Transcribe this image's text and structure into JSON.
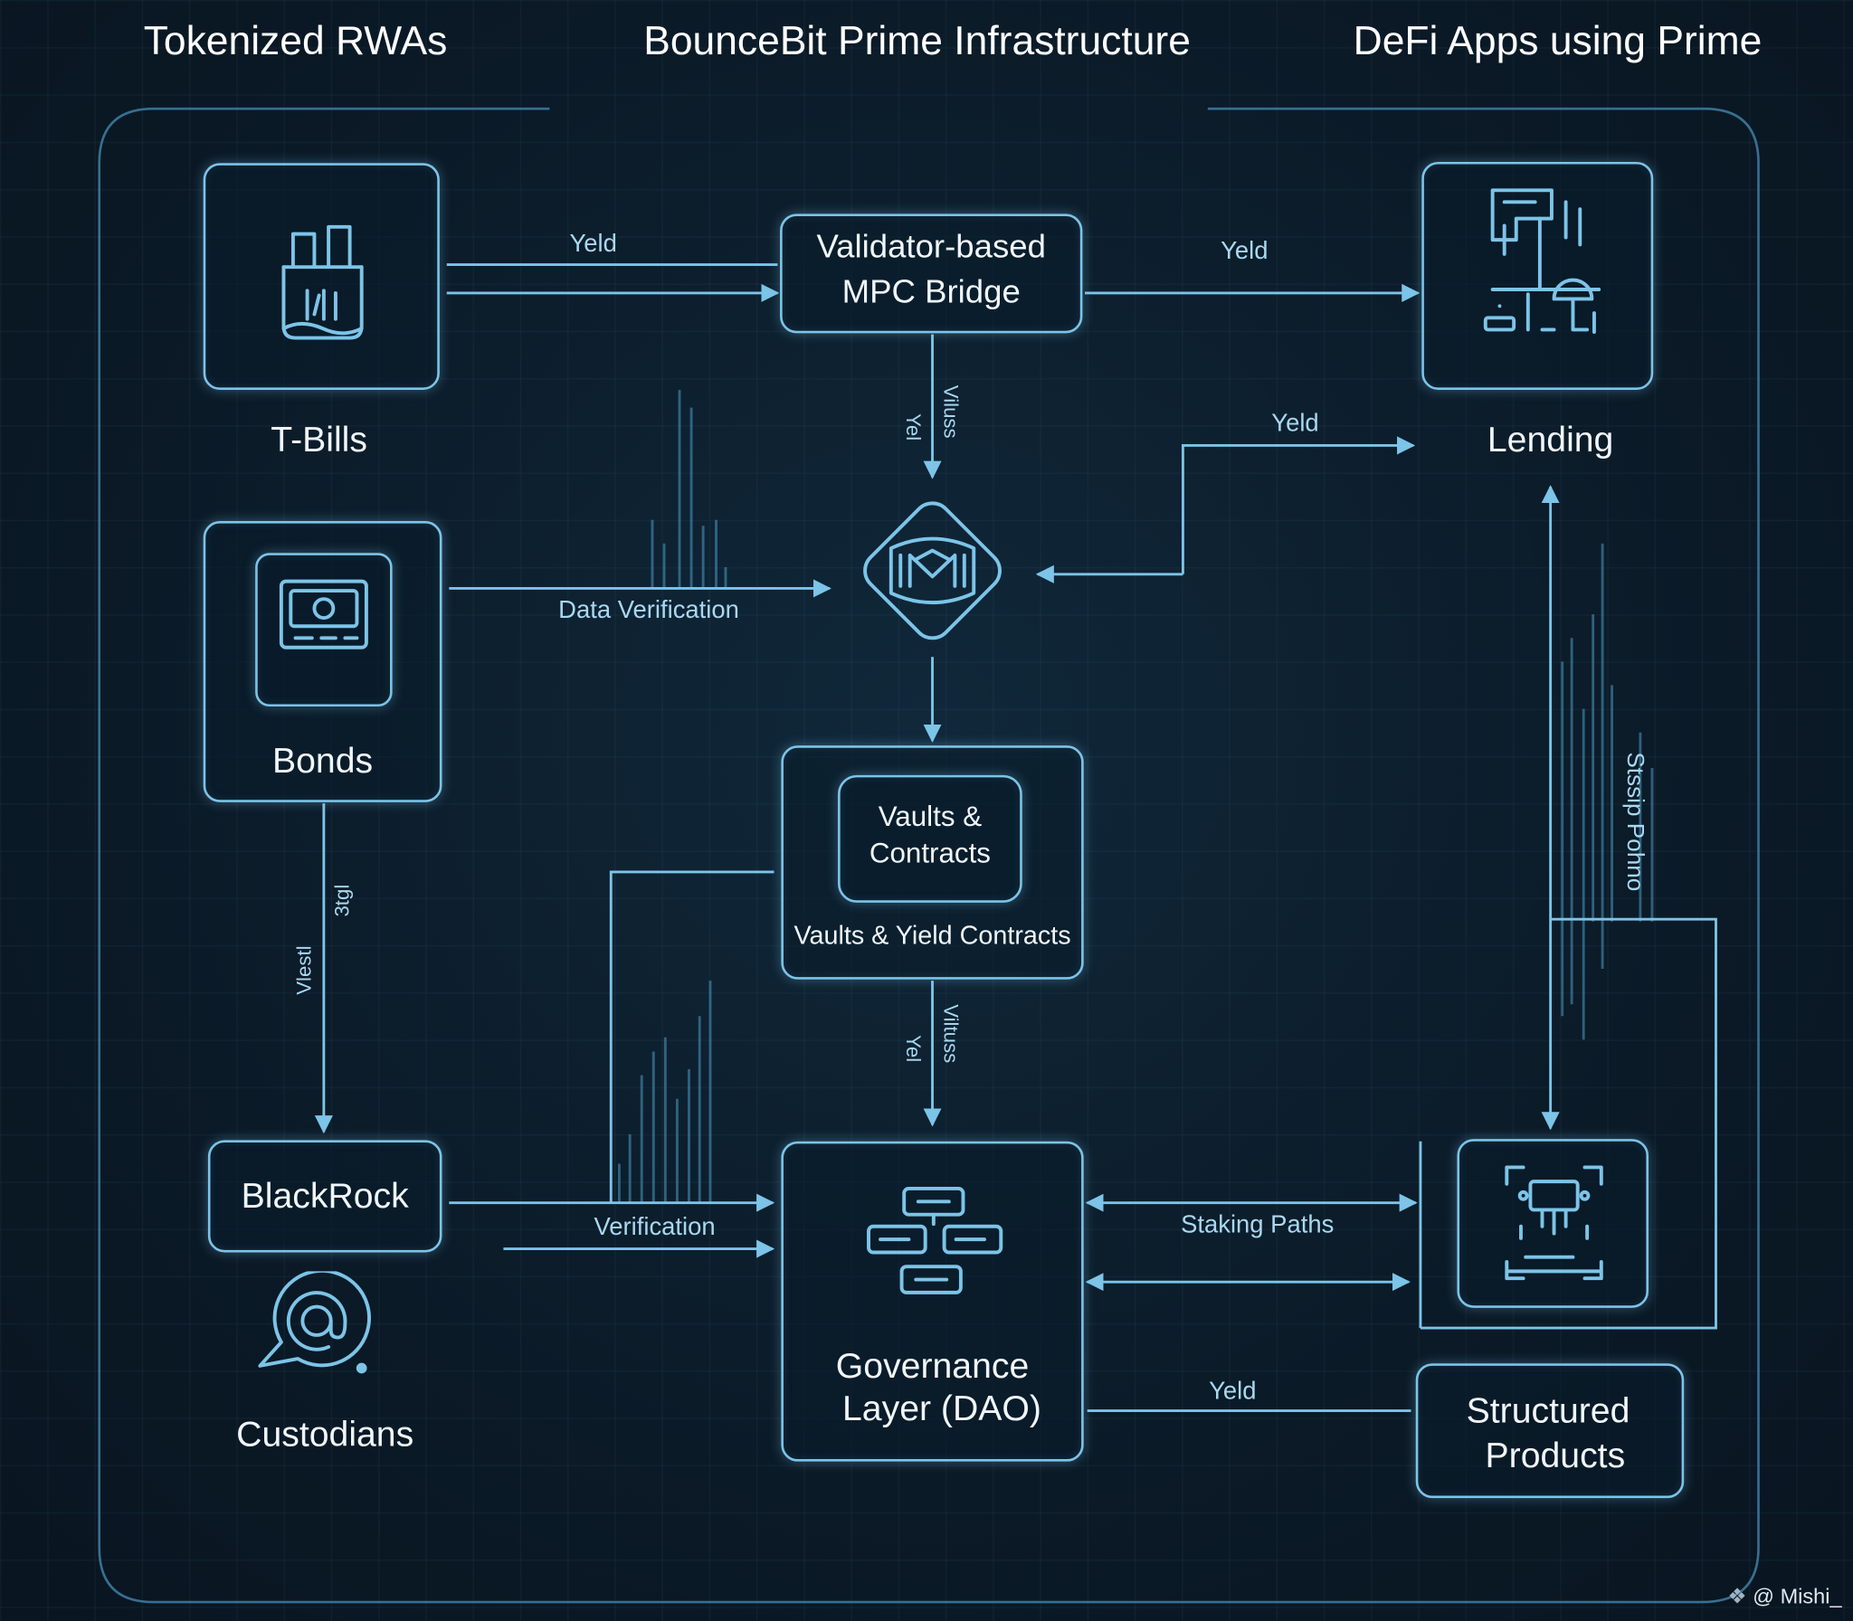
{
  "columns": {
    "left": "Tokenized RWAs",
    "center": "BounceBit Prime Infrastructure",
    "right": "DeFi Apps using Prime"
  },
  "nodes": {
    "tbills": "T-Bills",
    "bonds": "Bonds",
    "blackrock": "BlackRock",
    "custodians": "Custodians",
    "bridge_line1": "Validator-based",
    "bridge_line2": "MPC Bridge",
    "vaults_inner_line1": "Vaults &",
    "vaults_inner_line2": "Contracts",
    "vaults_caption": "Vaults & Yield Contracts",
    "governance_line1": "Governance",
    "governance_line2": "Layer (DAO)",
    "lending": "Lending",
    "structured_line1": "Structured",
    "structured_line2": "Products"
  },
  "edges": {
    "tbills_bridge": "Yeld",
    "bridge_lending": "Yeld",
    "hub_lending": "Yeld",
    "bonds_hub": "Data Verification",
    "blackrock_gov": "Verification",
    "gov_staking": "Staking Paths",
    "gov_structured": "Yeld",
    "bridge_hub_a": "Yel",
    "bridge_hub_b": "Viluss",
    "vaults_gov_a": "Yel",
    "vaults_gov_b": "Viltuss",
    "bonds_blackrock_a": "Vlestl",
    "bonds_blackrock_b": "3tgl",
    "lending_side": "Stssip Pohno"
  },
  "watermark": "@ Mishi_",
  "icons": {
    "tbills": "shredded-document-icon",
    "bonds": "banknote-icon",
    "hub": "prime-logo-diamond-icon",
    "lending": "circuit-dome-icon",
    "custodians": "chat-at-icon",
    "governance": "org-chart-icon",
    "staking": "circuit-board-icon"
  },
  "colors": {
    "background": "#0b1a27",
    "accent": "#7cc4e8",
    "text": "#f0f6fb"
  }
}
